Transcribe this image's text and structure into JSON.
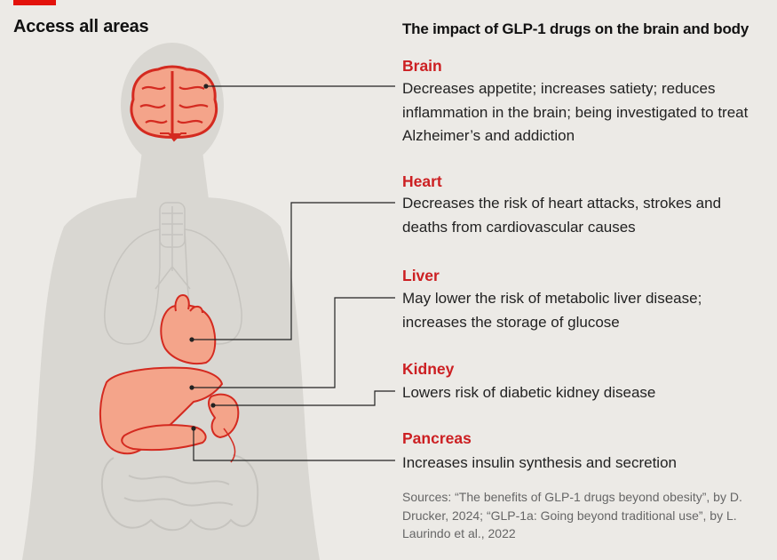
{
  "header": {
    "title": "Access all areas",
    "subtitle": "The impact of GLP-1 drugs on the brain and body"
  },
  "organs": [
    {
      "name": "Brain",
      "text": "Decreases appetite; increases satiety; reduces inflammation in the brain; being investigated to treat Alzheimer’s and addiction"
    },
    {
      "name": "Heart",
      "text": "Decreases the risk of heart attacks, strokes and deaths from cardiovascular causes"
    },
    {
      "name": "Liver",
      "text": "May lower the risk of metabolic liver disease; increases the storage of glucose"
    },
    {
      "name": "Kidney",
      "text": "Lowers risk of diabetic kidney disease"
    },
    {
      "name": "Pancreas",
      "text": "Increases insulin synthesis and secretion"
    }
  ],
  "source": "Sources: “The benefits of GLP-1 drugs beyond obesity”, by D. Drucker, 2024; “GLP-1a: Going beyond traditional use”, by L. Laurindo et al., 2022",
  "colors": {
    "accent": "#e3120b",
    "organ_fill": "#f4a48a",
    "organ_stroke": "#d42a20",
    "body": "#d9d7d2",
    "background": "#eceae6"
  }
}
